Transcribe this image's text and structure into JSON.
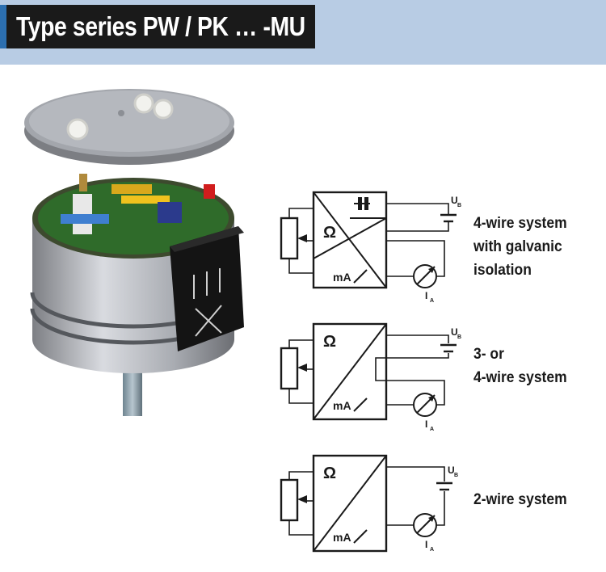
{
  "header": {
    "title": "Type series PW / PK … -MU"
  },
  "colors": {
    "banner": "#b8cce4",
    "title_bg": "#1a1a1a",
    "title_accent": "#2c6fb0"
  },
  "diagrams": [
    {
      "label_lines": [
        "4-wire system",
        "with galvanic",
        "isolation"
      ],
      "ohm": "Ω",
      "ma": "mA",
      "ub": "U",
      "ub_sub": "B",
      "ia": "I",
      "ia_sub": "A"
    },
    {
      "label_lines": [
        "3- or",
        "4-wire system"
      ],
      "ohm": "Ω",
      "ma": "mA",
      "ub": "U",
      "ub_sub": "B",
      "ia": "I",
      "ia_sub": "A"
    },
    {
      "label_lines": [
        "2-wire system"
      ],
      "ohm": "Ω",
      "ma": "mA",
      "ub": "U",
      "ub_sub": "B",
      "ia": "I",
      "ia_sub": "A"
    }
  ],
  "device": {
    "icon": "potentiometer-transmitter-image"
  }
}
